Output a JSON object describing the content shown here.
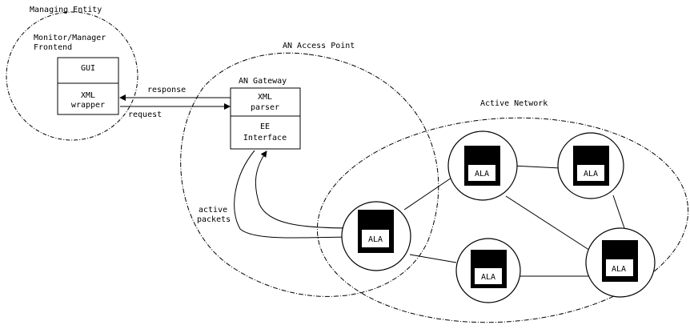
{
  "managing_entity": {
    "title": "Managing Entity",
    "frontend_label_line1": "Monitor/Manager",
    "frontend_label_line2": "Frontend",
    "gui_label": "GUI",
    "xml_wrapper_line1": "XML",
    "xml_wrapper_line2": "wrapper"
  },
  "messages": {
    "response": "response",
    "request": "request"
  },
  "access_point": {
    "title": "AN Access Point",
    "gateway_title": "AN Gateway",
    "xml_parser_line1": "XML",
    "xml_parser_line2": "parser",
    "ee_line1": "EE",
    "ee_line2": "Interface",
    "active_packets_line1": "active",
    "active_packets_line2": "packets"
  },
  "active_network": {
    "title": "Active Network",
    "nodes": [
      {
        "label": "ALA"
      },
      {
        "label": "ALA"
      },
      {
        "label": "ALA"
      },
      {
        "label": "ALA"
      },
      {
        "label": "ALA"
      }
    ]
  },
  "colors": {
    "line": "#000000",
    "background": "#ffffff"
  }
}
